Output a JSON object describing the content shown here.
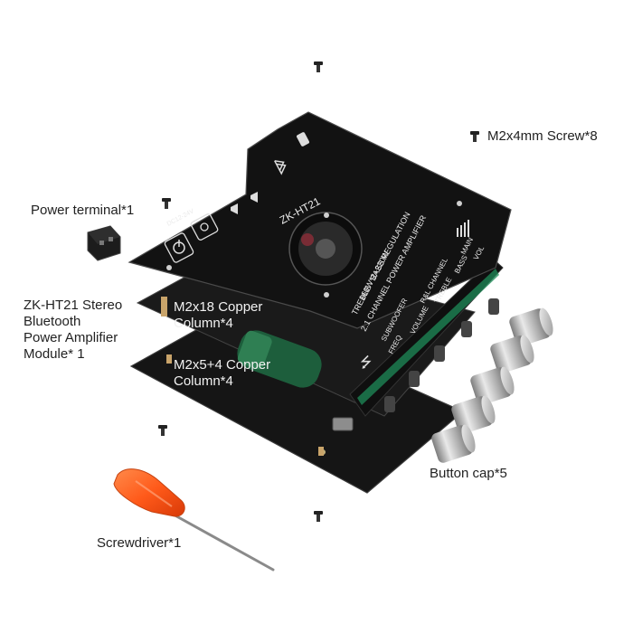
{
  "labels": {
    "screw": "M2x4mm Screw*8",
    "power_terminal": "Power terminal*1",
    "module": "ZK-HT21 Stereo\nBluetooth\nPower Amplifier\nModule* 1",
    "copper_18": "M2x18 Copper\nColumn*4",
    "copper_5": "M2x5+4 Copper\nColumn*4",
    "button_cap": "Button cap*5",
    "screwdriver": "Screwdriver*1"
  },
  "board_print": {
    "model": "ZK-HT21",
    "power_spec": "160W*2+220W",
    "line2": "TREBLE - BASS REGULATION",
    "line3": "2.1 CHANNEL POWER AMPLIFIER",
    "subwoofer": "SUBWOOFER",
    "freq": "FREQ",
    "volume": "VOLUME",
    "rl_channel": "R&L CHANNEL",
    "treble": "TREBLE",
    "bass": "BASS",
    "main": "MAIN",
    "vol": "VOL",
    "dc": "DC12-24V",
    "pcb_code": "ZK-HT21"
  },
  "colors": {
    "board": "#161616",
    "board_edge": "#3a3a3a",
    "accent_green": "#1f8c5a",
    "screwdriver": "#ff5a1a",
    "cap": "#b8b8b8"
  }
}
